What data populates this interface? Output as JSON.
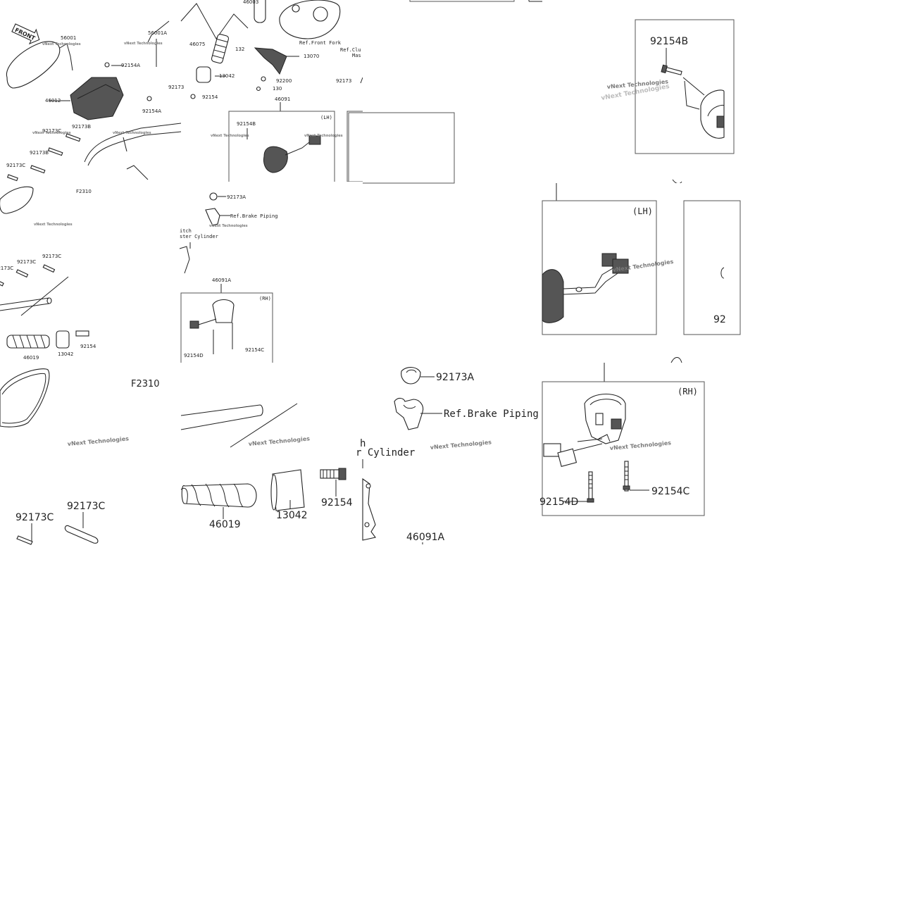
{
  "watermark": "vNext Technologies",
  "figure_code": "F2310",
  "parts": {
    "p56001": "56001",
    "p56001A": "56001A",
    "p92154A": "92154A",
    "p46012": "46012",
    "p92173C": "92173C",
    "p92173B": "92173B",
    "p46003": "46003",
    "p46075": "46075",
    "p13042": "13042",
    "p92154": "92154",
    "p13070": "13070",
    "p92200": "92200",
    "p130": "130",
    "p132": "132",
    "p92173": "92173",
    "p92173A": "92173A",
    "p46091": "46091",
    "p46091A": "46091A",
    "p92154B": "92154B",
    "p92154C": "92154C",
    "p92154D": "92154D",
    "p46019": "46019",
    "p92": "92"
  },
  "refs": {
    "front_fork": "Ref.Front Fork",
    "clutch_top": "Ref.Clu",
    "clutch_mid": "Mas",
    "brake_piping": "Ref.Brake Piping",
    "clutch_line1": "itch",
    "clutch_line2": "ster Cylinder",
    "cylinder_big": "r Cylinder",
    "h_big": "h"
  },
  "side": {
    "lh": "(LH)",
    "rh": "(RH)"
  },
  "front_badge": "FRONT"
}
